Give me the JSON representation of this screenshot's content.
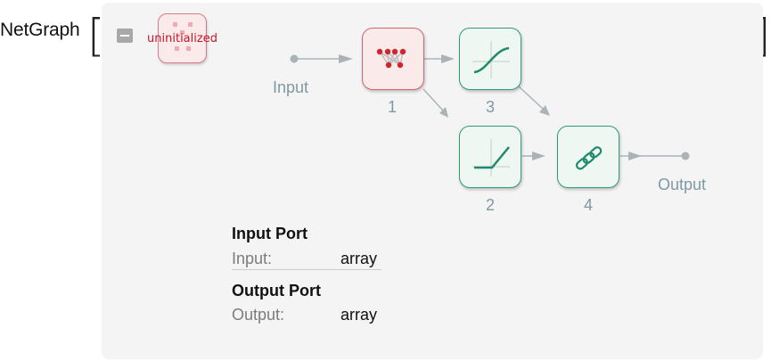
{
  "expression": {
    "head": "NetGraph",
    "open_bracket": "[",
    "close_bracket": "]"
  },
  "status": {
    "label": "uninitialized"
  },
  "graph": {
    "input_label": "Input",
    "output_label": "Output",
    "nodes": [
      {
        "number": "1",
        "type": "linear-layer-icon",
        "state": "uninitialized"
      },
      {
        "number": "2",
        "type": "ramp-layer-icon"
      },
      {
        "number": "3",
        "type": "sigmoid-layer-icon"
      },
      {
        "number": "4",
        "type": "chain-link-icon"
      }
    ],
    "edges": [
      [
        "Input",
        "1"
      ],
      [
        "1",
        "3"
      ],
      [
        "1",
        "2"
      ],
      [
        "3",
        "4"
      ],
      [
        "2",
        "4"
      ],
      [
        "4",
        "Output"
      ]
    ]
  },
  "ports": {
    "input_title": "Input Port",
    "input_key": "Input:",
    "input_value": "array",
    "output_title": "Output Port",
    "output_key": "Output:",
    "output_value": "array"
  },
  "colors": {
    "panel_bg": "#f4f4f4",
    "uninitialized_border": "#d06571",
    "uninitialized_text": "#c4162a",
    "layer_border": "#2f9b7a",
    "layer_icon": "#1f8a6b",
    "edge": "#aab4b8",
    "label": "#7f99a3"
  }
}
